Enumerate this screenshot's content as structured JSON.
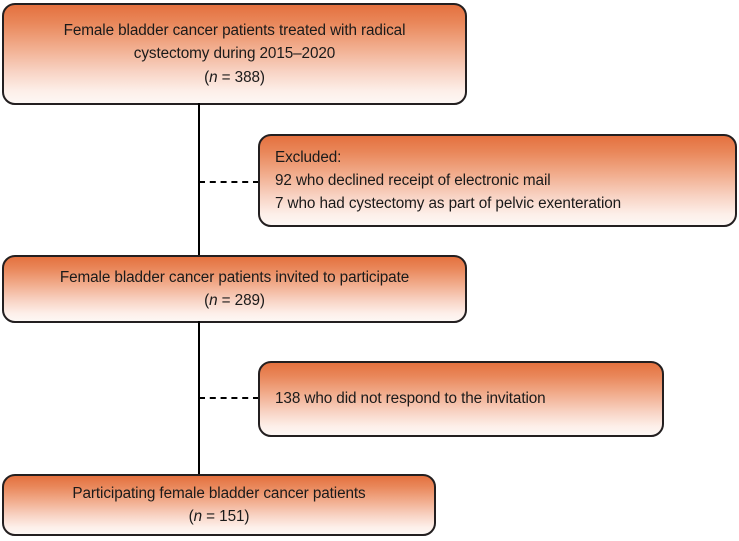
{
  "figure": {
    "type": "flowchart",
    "orientation": "vertical",
    "background_color": "#ffffff",
    "box_border_color": "#231f20",
    "box_gradient_top_color": "#e4713f",
    "box_gradient_bottom_color": "#fdf7f4",
    "connector_color": "#000000"
  },
  "nodes": {
    "enrolled": {
      "id": "enrolled",
      "align": "center",
      "lines": [
        "Female bladder cancer patients treated with radical",
        "cystectomy during  2015–2020"
      ],
      "count_prefix": "(",
      "count_italic": "n",
      "count_suffix": " = 388)"
    },
    "excluded": {
      "id": "excluded",
      "align": "left",
      "lines": [
        "Excluded:",
        "92 who declined receipt of electronic mail",
        "7 who had cystectomy as part of pelvic exenteration"
      ]
    },
    "invited": {
      "id": "invited",
      "align": "center",
      "lines": [
        "Female bladder cancer patients invited to participate"
      ],
      "count_prefix": "(",
      "count_italic": "n",
      "count_suffix": " = 289)"
    },
    "nonresponders": {
      "id": "nonresponders",
      "align": "left",
      "lines": [
        "138 who did not respond to the invitation"
      ]
    },
    "participating": {
      "id": "participating",
      "align": "center",
      "lines": [
        "Participating female bladder cancer patients"
      ],
      "count_prefix": "(",
      "count_italic": "n",
      "count_suffix": " = 151)"
    }
  },
  "edges": [
    {
      "id": "enrolled-to-invited",
      "style": "solid",
      "from": "enrolled",
      "to": "invited"
    },
    {
      "id": "invited-to-excluded",
      "style": "dashed",
      "from": "enrolled-to-invited",
      "to": "excluded"
    },
    {
      "id": "invited-to-participating",
      "style": "solid",
      "from": "invited",
      "to": "participating"
    },
    {
      "id": "participating-to-nonresponders",
      "style": "dashed",
      "from": "invited-to-participating",
      "to": "nonresponders"
    }
  ]
}
